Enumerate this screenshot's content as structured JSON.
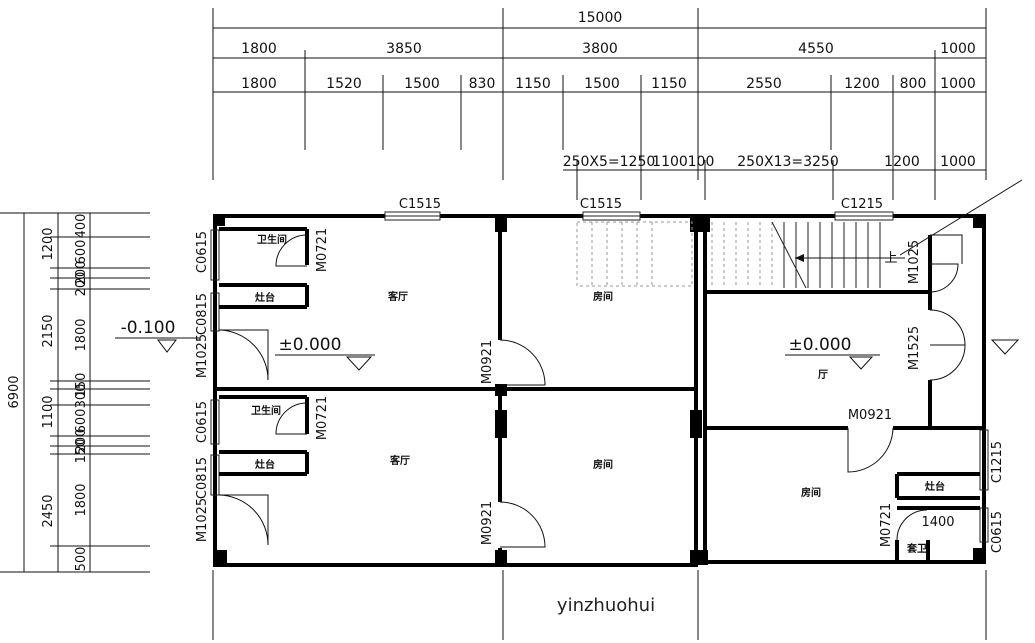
{
  "dims_top": {
    "total": "15000",
    "row2": [
      "1800",
      "3850",
      "3800",
      "4550",
      "1000"
    ],
    "row3": [
      "1800",
      "1520",
      "1500",
      "830",
      "1150",
      "1500",
      "1150",
      "2550",
      "1200",
      "800",
      "1000"
    ],
    "row4": [
      "250X5=1250",
      "1100",
      "100",
      "250X13=3250",
      "1200",
      "1000"
    ]
  },
  "dims_left": {
    "total": "6900",
    "col2": [
      "1200",
      "2150",
      "1100",
      "2450"
    ],
    "col3": [
      "400",
      "600",
      "200",
      "200",
      "1800",
      "300",
      "150",
      "600",
      "200",
      "150",
      "1800",
      "500"
    ]
  },
  "windows": [
    "C1515",
    "C1515",
    "C1215",
    "C0615",
    "C0815",
    "C0615",
    "C0815",
    "C1215",
    "C0615"
  ],
  "doors": [
    "M0721",
    "M1025",
    "M0921",
    "M0721",
    "M1025",
    "M0921",
    "M1025",
    "M1525",
    "M0921",
    "M0721"
  ],
  "rooms": {
    "bath": "卫生间",
    "counter": "灶台",
    "living": "客厅",
    "bedroom": "房间",
    "hall": "厅",
    "small_bath": "套卫"
  },
  "elevations": {
    "outside": "-0.100",
    "left_floor": "±0.000",
    "right_floor": "±0.000"
  },
  "stair_up": "上",
  "bath_dim": "1400",
  "watermark": "yinzhuohui"
}
